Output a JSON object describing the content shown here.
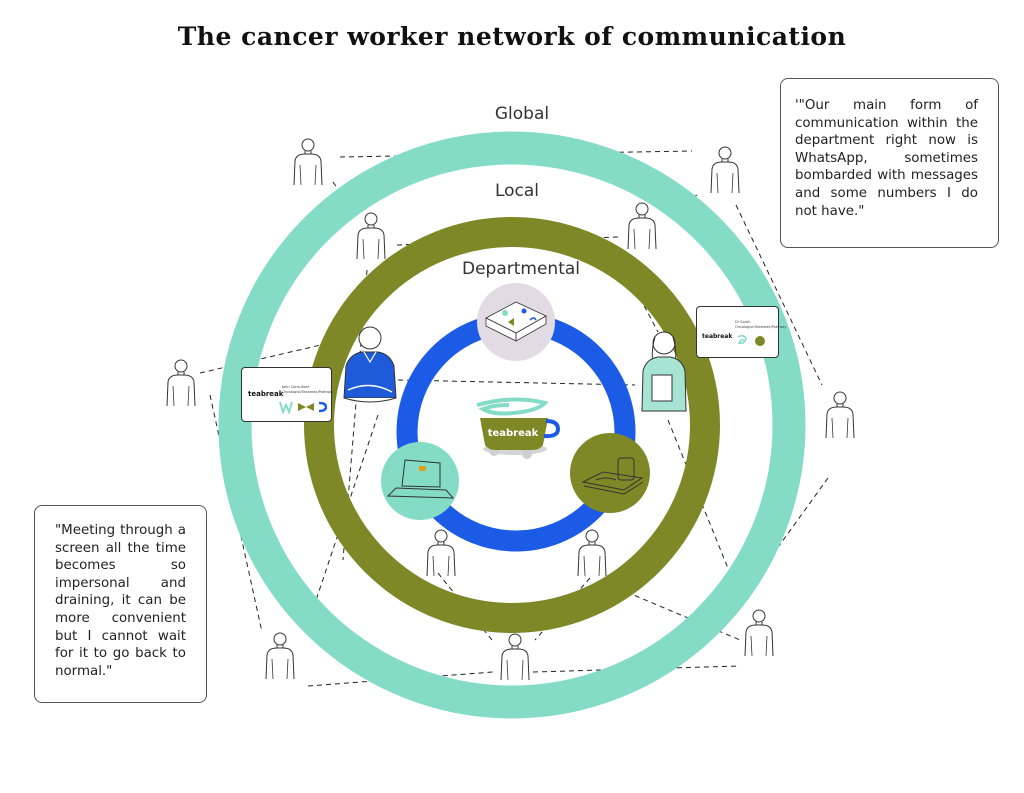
{
  "title": "The cancer worker network of communication",
  "rings": {
    "global": "Global",
    "local": "Local",
    "departmental": "Departmental"
  },
  "center_logo": "teabreak",
  "quotes": {
    "right": "'\"Our main form of communication within the department right now is WhatsApp, sometimes bombarded with messages and some numbers I do not have.\"",
    "left": "\"Meeting through a screen all the time becomes so impersonal and draining, it can be more convenient but I cannot wait for it to go back to normal.\""
  },
  "cards": {
    "left": {
      "brand": "teabreak",
      "subtitle": "John Consultant Oncologist/Teabreak/Pathway"
    },
    "right": {
      "brand": "teabreak",
      "subtitle": "Dr Sarah Oncologist/Teabreak/Pathway"
    }
  },
  "colors": {
    "global_ring": "#84dcc6",
    "local_ring": "#7e8826",
    "departmental_ring": "#1b5be6",
    "bubble_mint": "#84dcc6",
    "bubble_olive": "#7e8826",
    "bubble_lilac": "#e3dbe3",
    "scrub_blue": "#1e5bd8",
    "worker_mint": "#a8e4d4"
  },
  "icons": [
    "teacup-icon",
    "snack-box-icon",
    "laptop-icon",
    "tray-icon",
    "person-icon",
    "business-card-icon"
  ]
}
